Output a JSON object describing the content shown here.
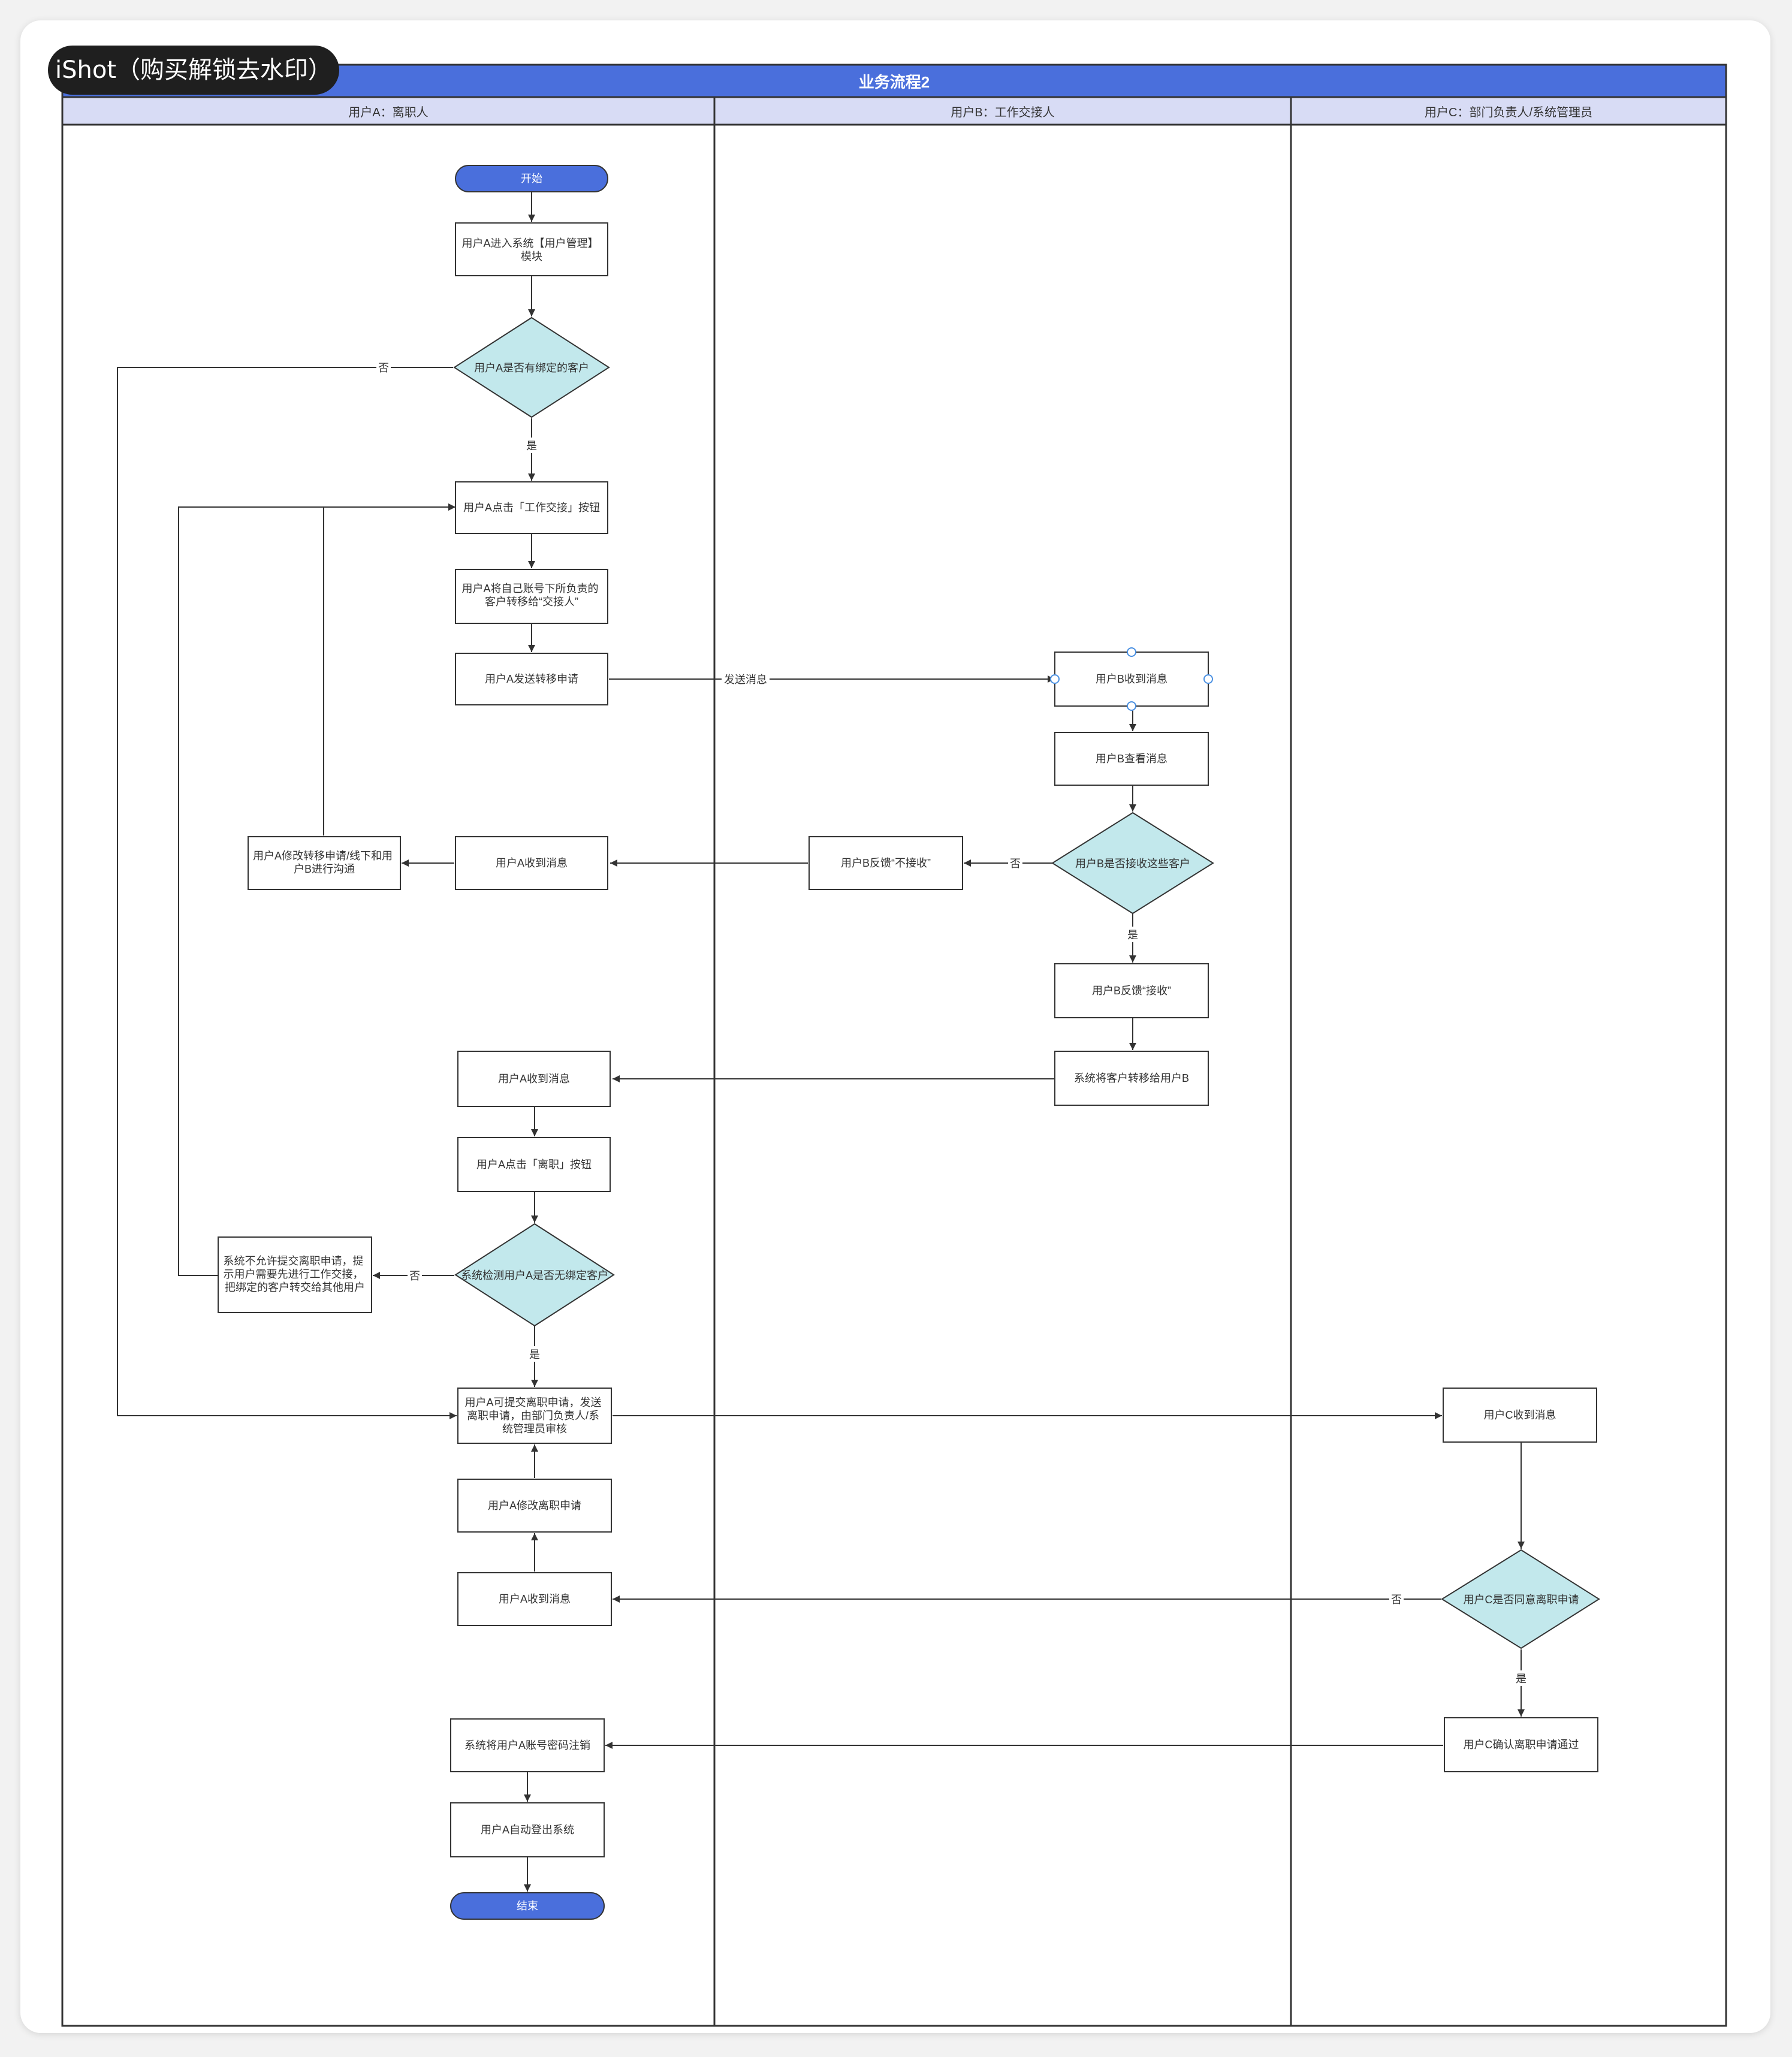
{
  "watermark": "iShot（购买解锁去水印）",
  "title": "业务流程2",
  "lanes": [
    "用户A：离职人",
    "用户B：工作交接人",
    "用户C：部门负责人/系统管理员"
  ],
  "nodes": {
    "start": "开始",
    "a_enter": [
      "用户A进入系统【用户管理】",
      "模块"
    ],
    "a_bound": "用户A是否有绑定的客户",
    "a_click_handover": "用户A点击「工作交接」按钮",
    "a_transfer": [
      "用户A将自己账号下所负责的",
      "客户转移给“交接人”"
    ],
    "a_send": "用户A发送转移申请",
    "b_receive": "用户B收到消息",
    "b_view": "用户B查看消息",
    "b_accept_q": "用户B是否接收这些客户",
    "b_reject": "用户B反馈“不接收”",
    "a_receive_1": "用户A收到消息",
    "a_modify": [
      "用户A修改转移申请/线下和用",
      "户B进行沟通"
    ],
    "b_accept": "用户B反馈“接收”",
    "sys_transfer": "系统将客户转移给用户B",
    "a_receive_2": "用户A收到消息",
    "a_click_resign": "用户A点击「离职」按钮",
    "sys_check": "系统检测用户A是否无绑定客户",
    "sys_deny": [
      "系统不允许提交离职申请，提",
      "示用户需要先进行工作交接，",
      "把绑定的客户转交给其他用户"
    ],
    "a_submit": [
      "用户A可提交离职申请，发送",
      "离职申请，由部门负责人/系",
      "统管理员审核"
    ],
    "c_receive": "用户C收到消息",
    "a_edit_resign": "用户A修改离职申请",
    "a_receive_3": "用户A收到消息",
    "c_agree_q": "用户C是否同意离职申请",
    "c_confirm": "用户C确认离职申请通过",
    "sys_cancel": "系统将用户A账号密码注销",
    "a_logout": "用户A自动登出系统",
    "end": "结束"
  },
  "edge_labels": {
    "yes": "是",
    "no": "否",
    "send_msg": "发送消息"
  },
  "colors": {
    "title_bar": "#4a6fdc",
    "lane_header": "#d8dcf5",
    "terminal": "#4a6fdc",
    "decision": "#c2e8ec",
    "line": "#333333",
    "text": "#333333"
  }
}
